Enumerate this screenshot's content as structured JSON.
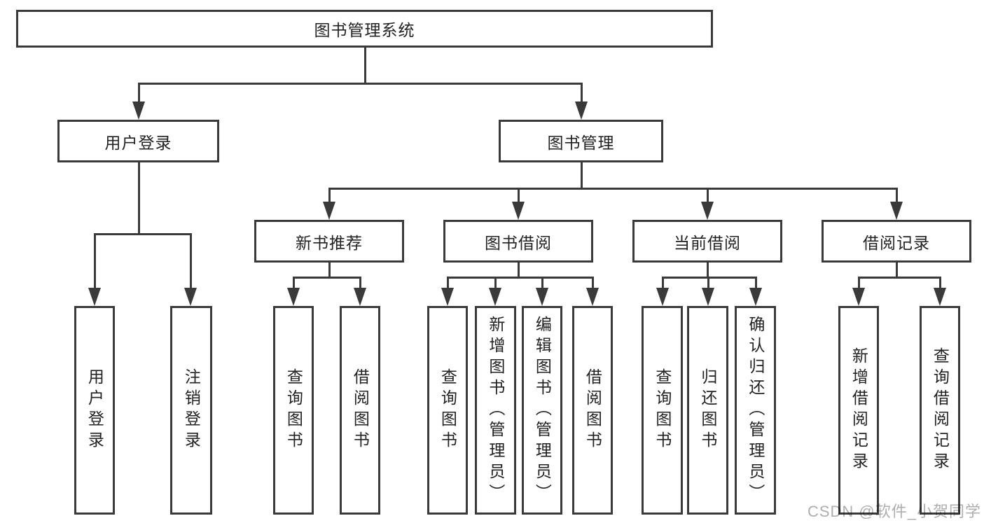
{
  "colors": {
    "line": "#3a3a3a",
    "box_background": "#ffffff",
    "text": "#222222",
    "watermark": "#a0a0a0"
  },
  "watermark": "CSDN @软件_小贺同学",
  "tree": {
    "root": {
      "label": "图书管理系统"
    },
    "branches": [
      {
        "label": "用户登录",
        "children": [
          {
            "label": "用户登录"
          },
          {
            "label": "注销登录"
          }
        ]
      },
      {
        "label": "图书管理",
        "children": [
          {
            "label": "新书推荐",
            "children": [
              {
                "label": "查询图书"
              },
              {
                "label": "借阅图书"
              }
            ]
          },
          {
            "label": "图书借阅",
            "children": [
              {
                "label": "查询图书"
              },
              {
                "label": "新增图书（管理员）"
              },
              {
                "label": "编辑图书（管理员）"
              },
              {
                "label": "借阅图书"
              }
            ]
          },
          {
            "label": "当前借阅",
            "children": [
              {
                "label": "查询图书"
              },
              {
                "label": "归还图书"
              },
              {
                "label": "确认归还（管理员）"
              }
            ]
          },
          {
            "label": "借阅记录",
            "children": [
              {
                "label": "新增借阅记录"
              },
              {
                "label": "查询借阅记录"
              }
            ]
          }
        ]
      }
    ]
  }
}
